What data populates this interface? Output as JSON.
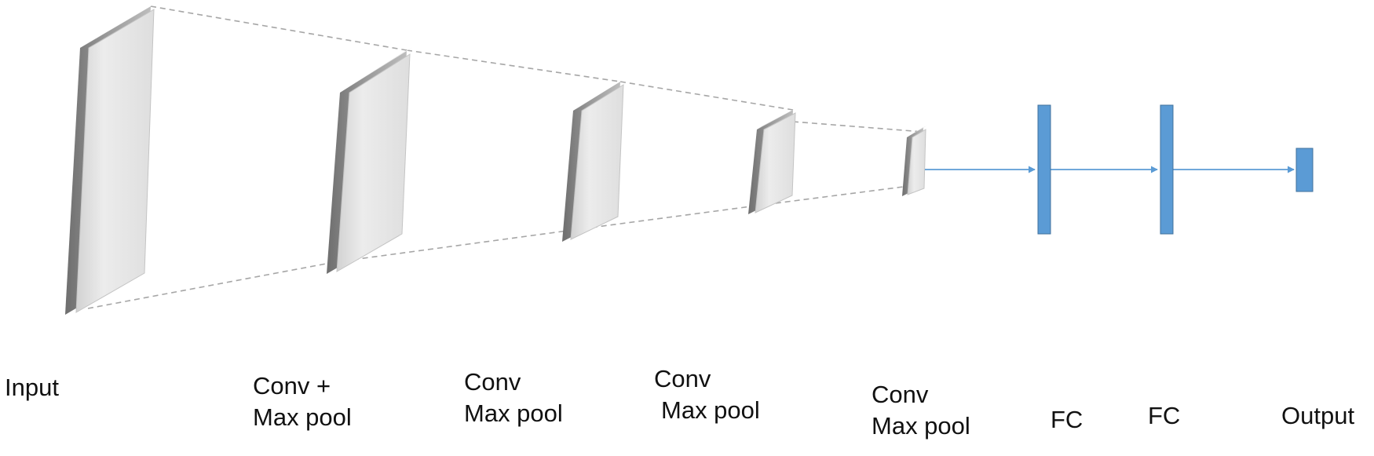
{
  "diagram": {
    "colors": {
      "slab_face": "#e6e6e6",
      "slab_edge": "#8a8a8a",
      "connector": "#a6a6a6",
      "fc_fill": "#5b9bd5",
      "fc_stroke": "#41719c",
      "arrow": "#5b9bd5"
    },
    "layers": [
      {
        "id": "input",
        "kind": "feature-map",
        "label_lines": [
          "Input"
        ]
      },
      {
        "id": "conv1",
        "kind": "feature-map",
        "label_lines": [
          "Conv +",
          "Max pool"
        ]
      },
      {
        "id": "conv2",
        "kind": "feature-map",
        "label_lines": [
          "Conv",
          "Max pool"
        ]
      },
      {
        "id": "conv3",
        "kind": "feature-map",
        "label_lines": [
          "Conv",
          "Max pool"
        ]
      },
      {
        "id": "conv4",
        "kind": "feature-map",
        "label_lines": [
          "Conv",
          "Max pool"
        ]
      },
      {
        "id": "fc1",
        "kind": "fully-connected",
        "label_lines": [
          "FC"
        ]
      },
      {
        "id": "fc2",
        "kind": "fully-connected",
        "label_lines": [
          "FC"
        ]
      },
      {
        "id": "output",
        "kind": "output",
        "label_lines": [
          "Output"
        ]
      }
    ],
    "connections": [
      {
        "from": "input",
        "to": "conv1",
        "style": "dashed"
      },
      {
        "from": "conv1",
        "to": "conv2",
        "style": "dashed"
      },
      {
        "from": "conv2",
        "to": "conv3",
        "style": "dashed"
      },
      {
        "from": "conv3",
        "to": "conv4",
        "style": "dashed"
      },
      {
        "from": "conv4",
        "to": "fc1",
        "style": "arrow"
      },
      {
        "from": "fc1",
        "to": "fc2",
        "style": "arrow"
      },
      {
        "from": "fc2",
        "to": "output",
        "style": "arrow"
      }
    ]
  }
}
